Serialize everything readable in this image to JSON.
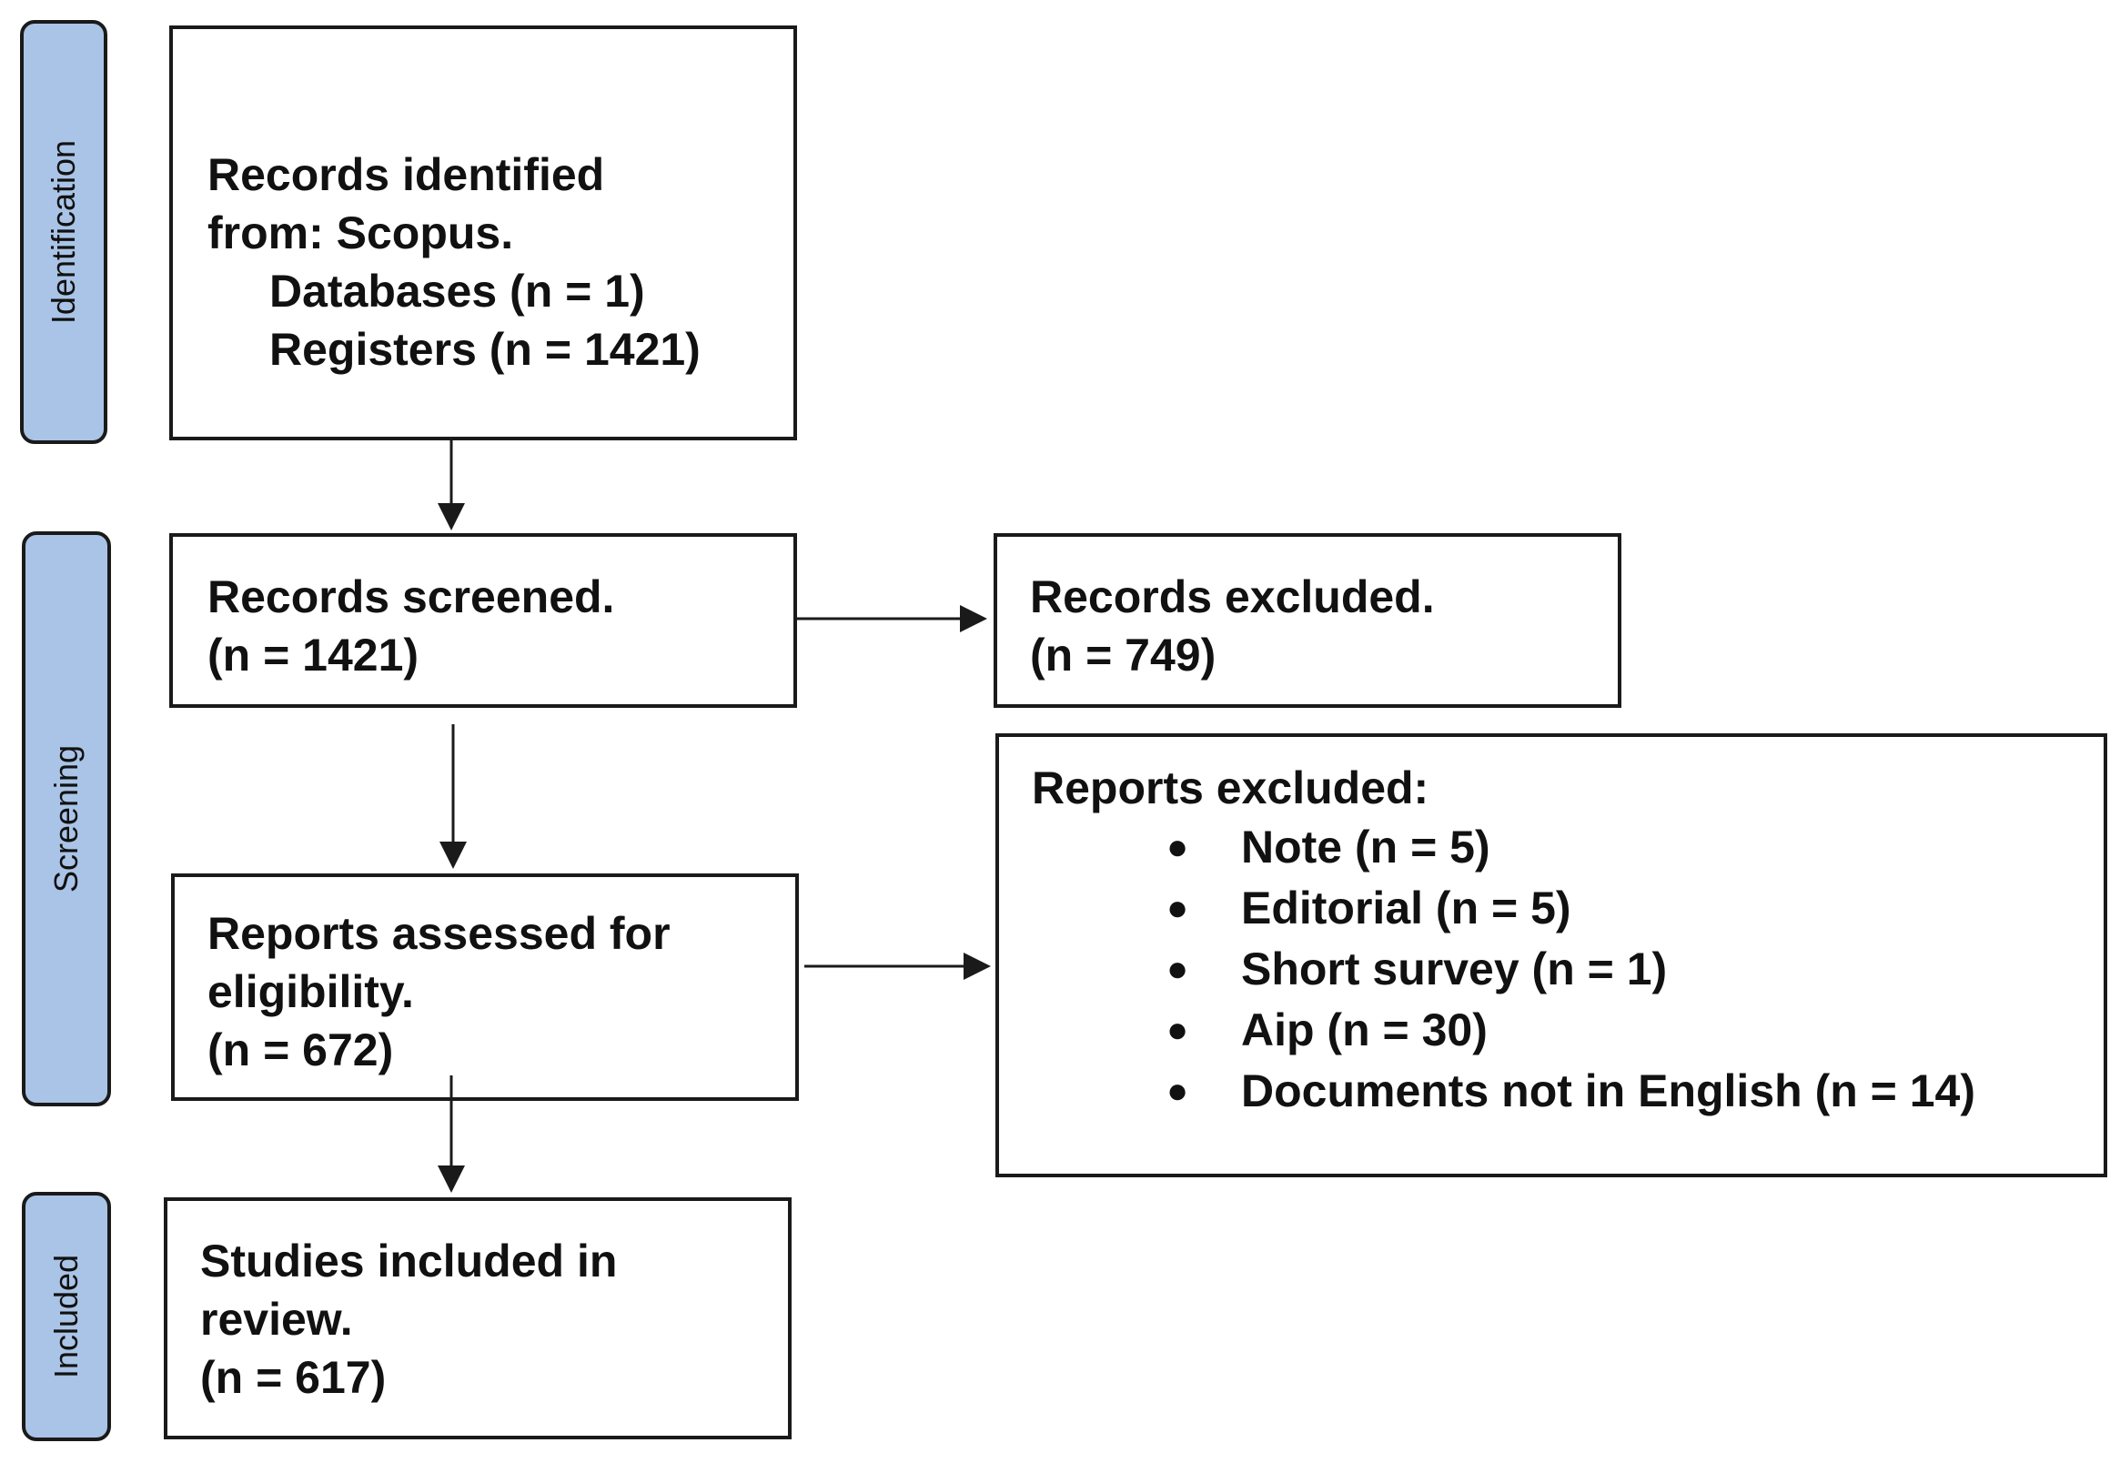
{
  "stages": {
    "identification": "Identification",
    "screening": "Screening",
    "included": "Included"
  },
  "identified": {
    "line1": "Records identified",
    "line2": "from: Scopus.",
    "databases": "Databases (n = 1)",
    "registers": "Registers (n = 1421)"
  },
  "screened": {
    "title": "Records screened.",
    "count": "(n = 1421)"
  },
  "records_excluded": {
    "title": "Records excluded.",
    "count": "(n = 749)"
  },
  "assessed": {
    "line1": "Reports assessed for",
    "line2": "eligibility.",
    "count": "(n = 672)"
  },
  "reports_excluded": {
    "title": "Reports excluded:",
    "items": [
      "Note (n = 5)",
      "Editorial (n = 5)",
      "Short survey (n = 1)",
      "Aip (n = 30)",
      "Documents not in English (n = 14)"
    ]
  },
  "included": {
    "line1": "Studies included in",
    "line2": "review.",
    "count": "(n = 617)"
  }
}
